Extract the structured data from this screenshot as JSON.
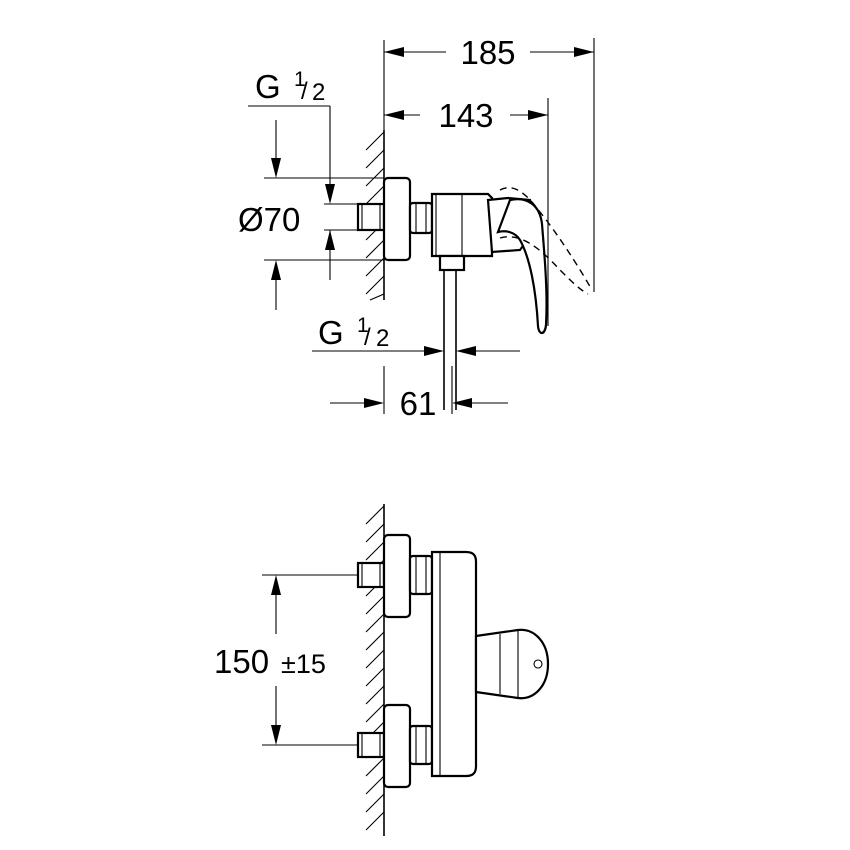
{
  "dimensions": {
    "overall_length": "185",
    "lever_length": "143",
    "flange_diameter": "Ø70",
    "wall_projection": "61",
    "centers_value": "150",
    "centers_tolerance": "±15"
  },
  "connections": {
    "top_thread_prefix": "G",
    "top_thread_num": "1",
    "top_thread_slash": "/",
    "top_thread_den": "2",
    "bottom_thread_prefix": "G",
    "bottom_thread_num": "1",
    "bottom_thread_slash": "/",
    "bottom_thread_den": "2"
  }
}
